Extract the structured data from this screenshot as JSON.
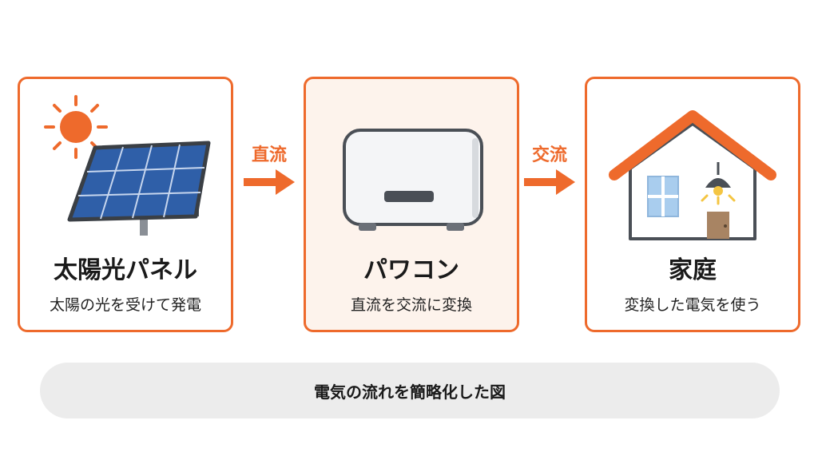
{
  "colors": {
    "accent": "#ee6a2c",
    "panel_blue": "#2f5fa8",
    "card_mid_bg": "#fdf3ec",
    "footer_bg": "#ececec"
  },
  "cards": [
    {
      "title": "太陽光パネル",
      "description": "太陽の光を受けて発電",
      "icon": "solar-panel-icon"
    },
    {
      "title": "パワコン",
      "description": "直流を交流に変換",
      "icon": "inverter-icon"
    },
    {
      "title": "家庭",
      "description": "変換した電気を使う",
      "icon": "house-icon"
    }
  ],
  "flows": [
    {
      "label": "直流",
      "icon": "arrow-right-icon"
    },
    {
      "label": "交流",
      "icon": "arrow-right-icon"
    }
  ],
  "footer": {
    "caption": "電気の流れを簡略化した図"
  }
}
